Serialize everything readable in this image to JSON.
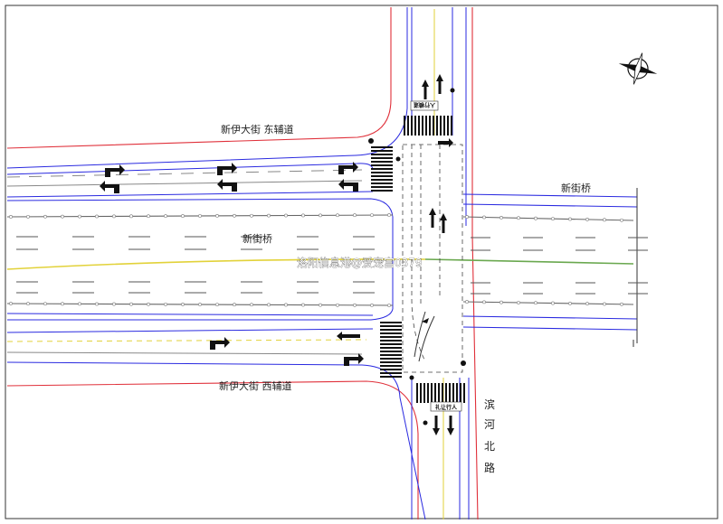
{
  "labels": {
    "east_aux_road": "新伊大街 东辅道",
    "west_aux_road": "新伊大街 西辅道",
    "main_road": "新街桥",
    "bridge_right": "新街桥",
    "north_road_chars": [
      "滨",
      "河",
      "北",
      "路"
    ]
  },
  "signs": {
    "top_crossing": "人行横道",
    "bottom_crossing": "礼让行人"
  },
  "watermark": "洛阳信息港@爱宠宫0379",
  "colors": {
    "road_edge": "#e0303a",
    "lane_edge": "#2a2ae0",
    "centerline": "#e2d23a",
    "center_green": "#6aa84f",
    "marking": "#555555"
  },
  "icons": {
    "compass": "north-arrow-icon"
  }
}
